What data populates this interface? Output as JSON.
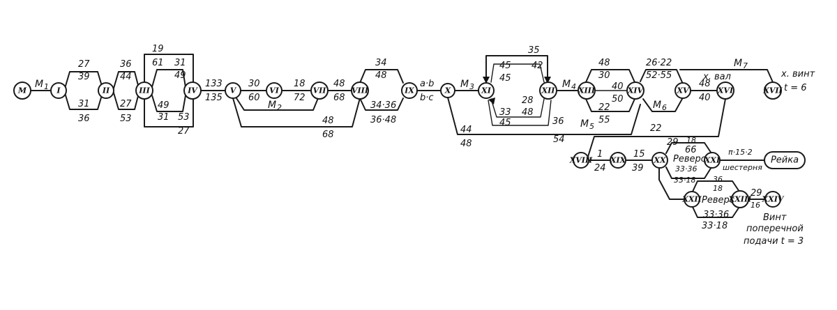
{
  "nodes": {
    "M": "M",
    "I": "I",
    "II": "II",
    "III": "III",
    "IV": "IV",
    "V": "V",
    "VI": "VI",
    "VII": "VII",
    "VIII": "VIII",
    "IX": "IX",
    "X": "X",
    "XI": "XI",
    "XII": "XII",
    "XIII": "XIII",
    "XIV": "XIV",
    "XV": "XV",
    "XVI": "XVI",
    "XVII": "XVII",
    "XVIII": "XVIII",
    "XIX": "XIX",
    "XX": "XX",
    "XXI": "XXI",
    "XXII": "XXII",
    "XXIII": "XXIII",
    "XXIV": "XXIV"
  },
  "labels": {
    "m1": "M",
    "m1_sub": "1",
    "m2": "M",
    "m2_sub": "2",
    "m3": "M",
    "m3_sub": "3",
    "m4": "M",
    "m4_sub": "4",
    "m5": "M",
    "m5_sub": "5",
    "m6": "M",
    "m6_sub": "6",
    "m7": "M",
    "m7_sub": "7",
    "i_ii_top_num": "27",
    "i_ii_top_den": "39",
    "i_ii_bot_num": "31",
    "i_ii_bot_den": "36",
    "ii_iii_top_num": "36",
    "ii_iii_top_den": "44",
    "ii_iii_bot_num": "27",
    "ii_iii_bot_den": "53",
    "iii_iv_t1": "19",
    "iii_iv_t2": "61",
    "iii_iv_t3": "31",
    "iii_iv_t4": "49",
    "iii_iv_b1": "49",
    "iii_iv_b2": "31",
    "iii_iv_b3": "53",
    "iii_iv_b4": "27",
    "iv_v_num": "133",
    "iv_v_den": "135",
    "v_vi_num": "30",
    "v_vi_den": "60",
    "vi_vii_num": "18",
    "vi_vii_den": "72",
    "vii_viii_num": "48",
    "vii_viii_den": "68",
    "v_viii_num": "48",
    "v_viii_den": "68",
    "viii_ix_top_num": "34",
    "viii_ix_top_den": "48",
    "viii_ix_bot_num": "34·36",
    "viii_ix_bot_den": "36·48",
    "ix_x_num": "a·b",
    "ix_x_den": "b·c",
    "xi_xii_top": "35",
    "xi_xii_a": "45",
    "xi_xii_b": "42",
    "xi_xii_c": "45",
    "xi_xii_d": "28",
    "xi_xii_e": "33",
    "xi_xii_f": "48",
    "xi_xii_g": "45",
    "xi_xiii_a": "36",
    "x_xviii_num": "44",
    "x_xviii_den": "48",
    "xiii_xiv_top_num": "48",
    "xiii_xiv_top_den": "30",
    "xiii_xiv_mid_num": "40",
    "xiii_xiv_mid_den": "50",
    "xiii_xiv_bot_num": "22",
    "xiii_xiv_bot_den": "55",
    "xiv_xv_num": "26·22",
    "xiv_xv_den": "52·55",
    "xv_xvi_num": "48",
    "xv_xvi_den": "40",
    "xvi_xvii_a": "22",
    "xvi_xvii_b": "54",
    "x_val": "х. вал",
    "x_vint": "х. винт",
    "t6": "t = 6",
    "xviii_xix_num": "1",
    "xviii_xix_den": "24",
    "xix_xx_num": "15",
    "xix_xx_den": "39",
    "rev1_top": "29",
    "rev1_a": "18",
    "rev1_b": "66",
    "revers1": "Реверс",
    "rev1_c": "33·36",
    "rev1_d": "33·18",
    "pinion": "π·15·2",
    "shesternya": "шестерня",
    "rack": "Рейка",
    "rev2_a": "36",
    "rev2_b": "18",
    "revers2": "Реверс",
    "rev2_c": "33·36",
    "rev2_d": "33·18",
    "xxiii_xxiv_num": "29",
    "xxiii_xxiv_den": "16",
    "cross_feed_1": "Винт",
    "cross_feed_2": "поперечной",
    "cross_feed_3": "подачи t = 3"
  }
}
